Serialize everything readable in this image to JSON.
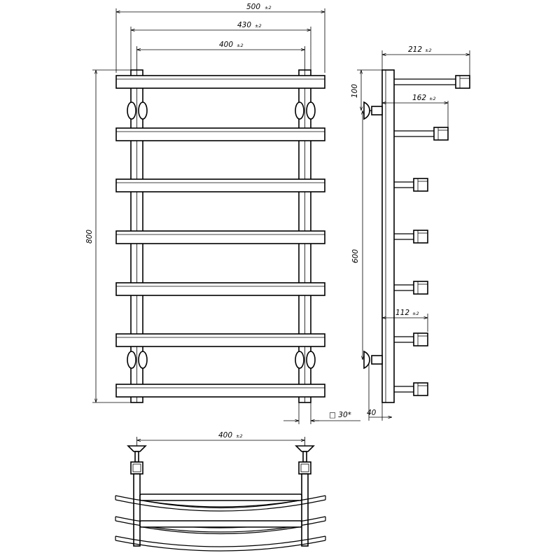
{
  "front_view": {
    "dim_total_width": "500",
    "dim_total_width_tol": "±2",
    "dim_outer_pipes": "430",
    "dim_outer_pipes_tol": "±2",
    "dim_axis": "400",
    "dim_axis_tol": "±2",
    "dim_height": "800",
    "dim_bar_section": "□ 30*"
  },
  "side_view": {
    "dim_depth": "212",
    "dim_depth_tol": "±2",
    "dim_top_offset": "100",
    "dim_middle_depth": "162",
    "dim_middle_depth_tol": "±2",
    "dim_axis_height": "600",
    "dim_short_depth": "112",
    "dim_short_depth_tol": "±2",
    "dim_wall_gap": "40"
  },
  "top_view": {
    "dim_axis": "400",
    "dim_axis_tol": "±2"
  }
}
